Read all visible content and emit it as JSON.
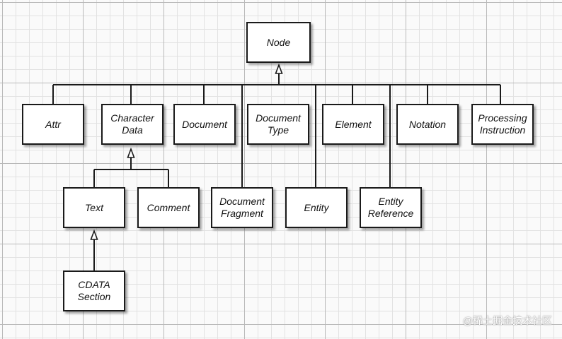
{
  "diagram": {
    "nodes": {
      "node": "Node",
      "attr": "Attr",
      "character_data": "Character\nData",
      "document": "Document",
      "document_type": "Document\nType",
      "element": "Element",
      "notation": "Notation",
      "processing_instruction": "Processing\nInstruction",
      "text": "Text",
      "comment": "Comment",
      "document_fragment": "Document\nFragment",
      "entity": "Entity",
      "entity_reference": "Entity\nReference",
      "cdata_section": "CDATA\nSection"
    },
    "relations": [
      {
        "child": "attr",
        "parent": "node"
      },
      {
        "child": "character_data",
        "parent": "node"
      },
      {
        "child": "document",
        "parent": "node"
      },
      {
        "child": "document_type",
        "parent": "node"
      },
      {
        "child": "element",
        "parent": "node"
      },
      {
        "child": "notation",
        "parent": "node"
      },
      {
        "child": "processing_instruction",
        "parent": "node"
      },
      {
        "child": "document_fragment",
        "parent": "node"
      },
      {
        "child": "entity",
        "parent": "node"
      },
      {
        "child": "entity_reference",
        "parent": "node"
      },
      {
        "child": "text",
        "parent": "character_data"
      },
      {
        "child": "comment",
        "parent": "character_data"
      },
      {
        "child": "cdata_section",
        "parent": "text"
      }
    ],
    "colors": {
      "line": "#1a1a1a",
      "box_fill": "#ffffff"
    }
  },
  "watermark": "@稀土掘金技术社区"
}
